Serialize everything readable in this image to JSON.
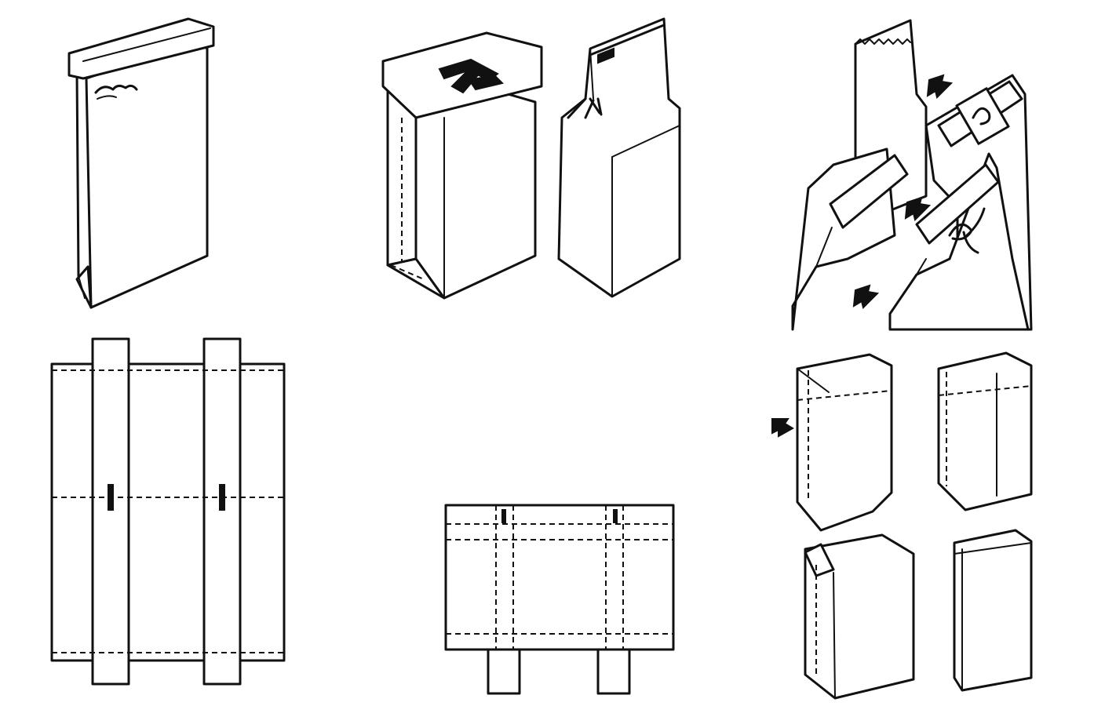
{
  "figure": {
    "colors": {
      "ink": "#111111",
      "paper": "#ffffff"
    },
    "panels": [
      {
        "id": "flat-pouch-with-header",
        "kind": "illustration"
      },
      {
        "id": "open-box-bag-with-contents",
        "kind": "illustration"
      },
      {
        "id": "gusseted-bag-twist-tie",
        "kind": "illustration"
      },
      {
        "id": "bag-closure-sequence",
        "kind": "illustration",
        "arrows": 4
      },
      {
        "id": "flat-bag-blank-with-strips",
        "kind": "die-line"
      },
      {
        "id": "gusseted-bag-blank",
        "kind": "die-line"
      },
      {
        "id": "bag-variants-grid",
        "kind": "illustration",
        "items": 4
      }
    ]
  }
}
